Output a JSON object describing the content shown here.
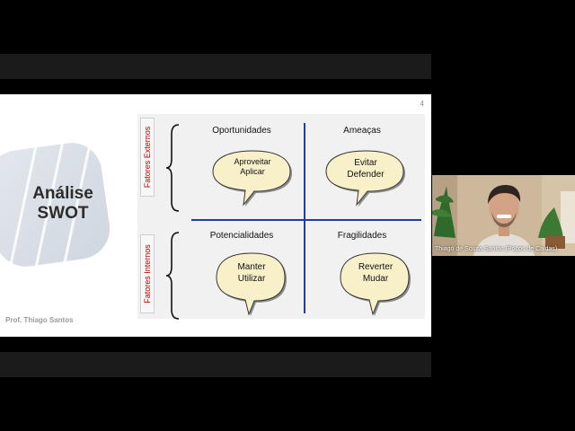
{
  "slide": {
    "number": "4",
    "title_line1": "Análise",
    "title_line2": "SWOT",
    "author": "Prof. Thiago Santos"
  },
  "swot": {
    "external_label": "Fatores Externos",
    "internal_label": "Fatores Internos",
    "quadrants": [
      {
        "title": "Oportunidades",
        "line1": "Aproveitar",
        "line2": "Aplicar"
      },
      {
        "title": "Ameaças",
        "line1": "Evitar",
        "line2": "Defender"
      },
      {
        "title": "Potencialidades",
        "line1": "Manter",
        "line2": "Utilizar"
      },
      {
        "title": "Fragilidades",
        "line1": "Reverter",
        "line2": "Mudar"
      }
    ]
  },
  "participant": {
    "name": "Thiago de Souza Santos (Poços de Caldas)"
  },
  "colors": {
    "divider": "#1f3f9f",
    "side_label": "#c00000",
    "bubble_fill": "#f7f0c8"
  }
}
